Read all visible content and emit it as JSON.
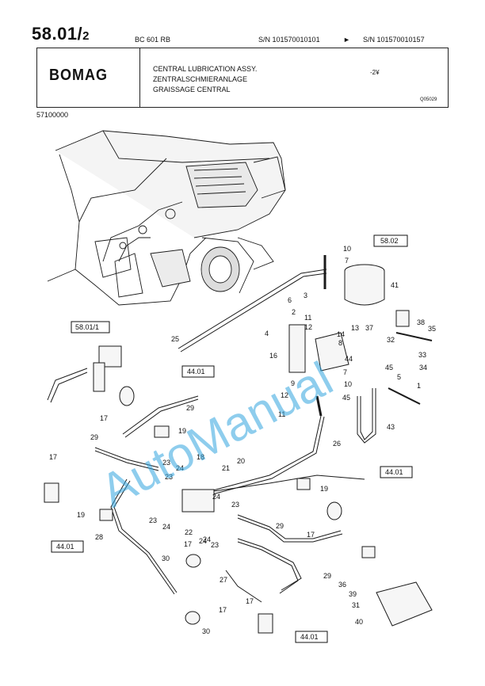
{
  "header": {
    "page_number": "58.01/",
    "page_sub": "2",
    "model": "BC 601 RB",
    "serial_from": "S/N 101570010101",
    "serial_arrow": "►",
    "serial_to": "S/N 101570010157"
  },
  "title_block": {
    "logo": "BOMAG",
    "title_en": "CENTRAL LUBRICATION ASSY.",
    "title_de": "ZENTRALSCHMIERANLAGE",
    "title_fr": "GRAISSAGE CENTRAL",
    "handwritten_note": "-2¥",
    "doc_ref": "Q05029",
    "part_number": "57100000"
  },
  "watermark": "AutoManual",
  "references": [
    "58.02",
    "58.01/1",
    "44.01",
    "44.01",
    "44.01",
    "44.01"
  ],
  "item_labels": [
    "10",
    "7",
    "6",
    "3",
    "2",
    "11",
    "12",
    "41",
    "13",
    "37",
    "38",
    "4",
    "14",
    "8",
    "32",
    "35",
    "16",
    "44",
    "33",
    "45",
    "34",
    "9",
    "7",
    "5",
    "10",
    "1",
    "12",
    "45",
    "11",
    "43",
    "25",
    "29",
    "17",
    "19",
    "26",
    "29",
    "18",
    "23",
    "24",
    "21",
    "20",
    "44.01",
    "17",
    "23",
    "24",
    "19",
    "22",
    "24",
    "23",
    "19",
    "23",
    "24",
    "29",
    "17",
    "23",
    "17",
    "28",
    "24",
    "30",
    "27",
    "29",
    "36",
    "39",
    "31",
    "17",
    "17",
    "40",
    "30"
  ],
  "colors": {
    "line": "#1a1a1a",
    "watermark": "#33a6e0"
  }
}
